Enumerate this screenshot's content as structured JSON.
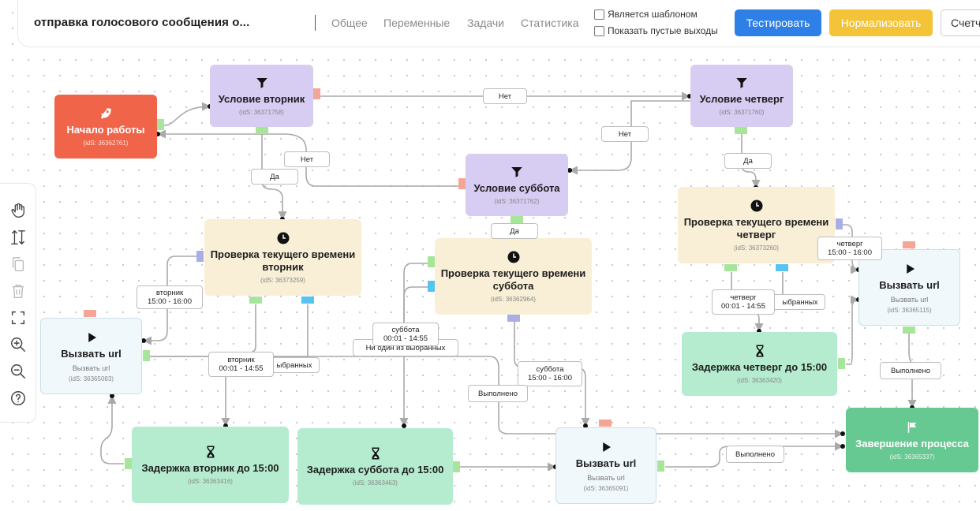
{
  "header": {
    "process_title": "отправка голосового сообщения о...",
    "tabs": [
      "Общее",
      "Переменные",
      "Задачи",
      "Статистика"
    ],
    "checkboxes": [
      {
        "label": "Является шаблоном",
        "checked": false
      },
      {
        "label": "Показать пустые выходы",
        "checked": false
      }
    ],
    "buttons": {
      "test": "Тестировать",
      "normalize": "Нормализовать",
      "counter": "Счетч"
    }
  },
  "toolbar": {
    "tools": [
      "hand-icon",
      "sort-icon",
      "copy-icon",
      "trash-icon",
      "fit-screen-icon",
      "zoom-in-icon",
      "zoom-out-icon",
      "help-icon"
    ]
  },
  "nodes": {
    "start": {
      "title": "Начало работы",
      "ids": "(idS: 36362761)",
      "icon": "rocket-icon"
    },
    "cond_tue": {
      "title": "Условие вторник",
      "ids": "(idS: 36371758)",
      "icon": "filter-icon"
    },
    "cond_thu": {
      "title": "Условие четверг",
      "ids": "(idS: 36371760)",
      "icon": "filter-icon"
    },
    "cond_sat": {
      "title": "Условие суббота",
      "ids": "(idS: 36371762)",
      "icon": "filter-icon"
    },
    "check_tue": {
      "title": "Проверка текущего времени вторник",
      "ids": "(idS: 36373259)",
      "icon": "clock-icon"
    },
    "check_sat": {
      "title": "Проверка текущего времени суббота",
      "ids": "(idS: 36362964)",
      "icon": "clock-icon"
    },
    "check_thu": {
      "title": "Проверка текущего времени четверг",
      "ids": "(idS: 36373260)",
      "icon": "clock-icon"
    },
    "call_left": {
      "title": "Вызвать url",
      "sub": "Вызвать url",
      "ids": "(idS: 36365083)",
      "icon": "play-icon"
    },
    "call_right": {
      "title": "Вызвать url",
      "sub": "Вызвать url",
      "ids": "(idS: 36365115)",
      "icon": "play-icon"
    },
    "call_mid": {
      "title": "Вызвать url",
      "sub": "Вызвать url",
      "ids": "(idS: 36365091)",
      "icon": "play-icon"
    },
    "delay_tue": {
      "title": "Задержка вторник до 15:00",
      "ids": "(idS: 36363416)",
      "icon": "hourglass-icon"
    },
    "delay_sat": {
      "title": "Задержка суббота до 15:00",
      "ids": "(idS: 36363463)",
      "icon": "hourglass-icon"
    },
    "delay_thu": {
      "title": "Задержка четверг до 15:00",
      "ids": "(idS: 36363420)",
      "icon": "hourglass-icon"
    },
    "end": {
      "title": "Завершение процесса",
      "ids": "(idS: 36365337)",
      "icon": "flag-icon"
    }
  },
  "edge_labels": {
    "no_top": "Нет",
    "no_right": "Нет",
    "no_left": "Нет",
    "yes_tue": "Да",
    "yes_thu": "Да",
    "yes_sat": "Да",
    "tue_slot_a": [
      "вторник",
      "15:00 - 16:00"
    ],
    "tue_slot_b": [
      "вторник",
      "00:01 - 14:55"
    ],
    "tue_none": "ыбранных",
    "sat_slot_a": [
      "суббота",
      "00:01 - 14:55"
    ],
    "sat_none": "Ни один из выбранных",
    "sat_slot_b": [
      "суббота",
      "15:00 - 16:00"
    ],
    "done_mid": "Выполнено",
    "thu_slot_a": [
      "четверг",
      "15:00 - 16:00"
    ],
    "thu_slot_b": [
      "четверг",
      "00:01 - 14:55"
    ],
    "thu_none": "ыбранных",
    "done_right": "Выполнено",
    "done_bottom": "Выполнено"
  }
}
